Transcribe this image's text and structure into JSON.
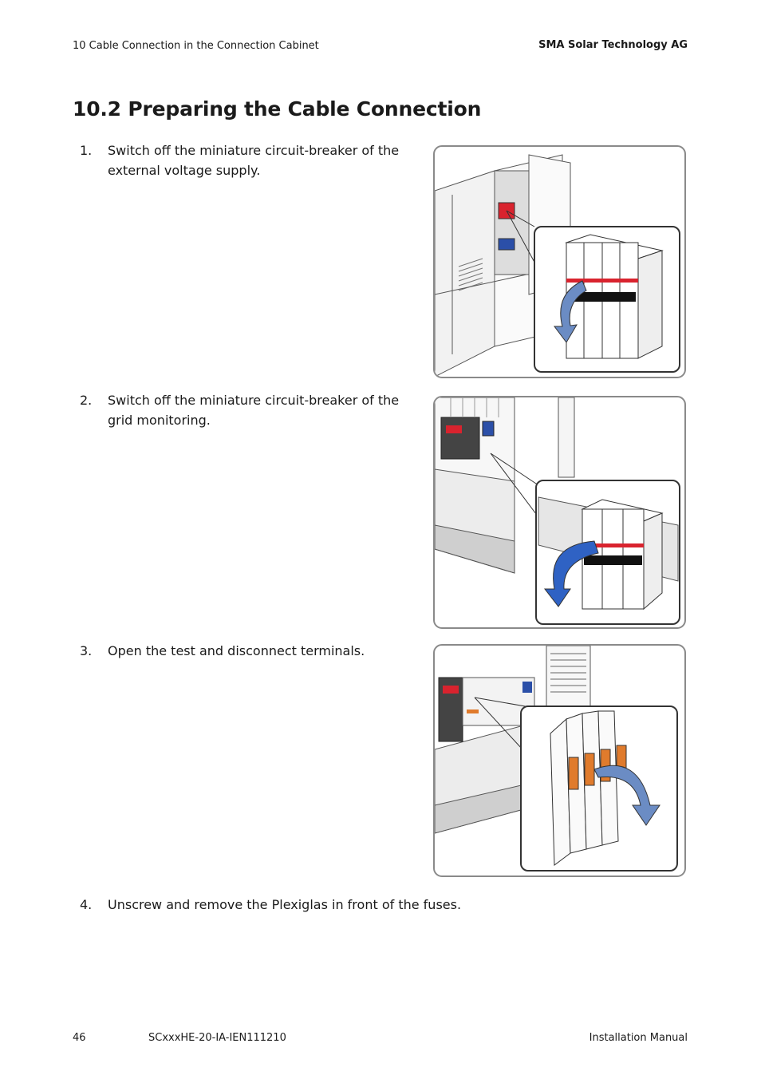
{
  "header": {
    "section": "10  Cable Connection in the Connection Cabinet",
    "company": "SMA Solar Technology AG"
  },
  "title": "10.2  Preparing the Cable Connection",
  "steps": [
    {
      "num": "1.",
      "text": "Switch off the miniature circuit-breaker of the external voltage supply."
    },
    {
      "num": "2.",
      "text": "Switch off the miniature circuit-breaker of the grid monitoring."
    },
    {
      "num": "3.",
      "text": "Open the test and disconnect terminals."
    },
    {
      "num": "4.",
      "text": "Unscrew and remove the Plexiglas in front of the fuses."
    }
  ],
  "footer": {
    "page": "46",
    "doc_id": "SCxxxHE-20-IA-IEN111210",
    "doc_type": "Installation Manual"
  },
  "colors": {
    "arrow_blue": "#6b8cc4",
    "breaker_red": "#d9232e",
    "terminal_orange": "#e07b2c",
    "frame_gray": "#8a8a8a"
  }
}
